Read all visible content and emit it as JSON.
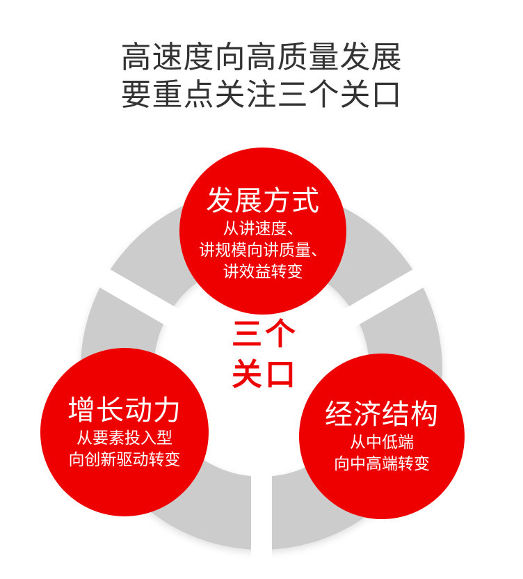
{
  "title": {
    "line1": "高速度向高质量发展",
    "line2": "要重点关注三个关口"
  },
  "center": {
    "line1": "三个",
    "line2": "关口"
  },
  "nodes": [
    {
      "heading": "发展方式",
      "lines": [
        "从讲速度、",
        "讲规模向讲质量、",
        "讲效益转变"
      ]
    },
    {
      "heading": "增长动力",
      "lines": [
        "从要素投入型",
        "向创新驱动转变"
      ]
    },
    {
      "heading": "经济结构",
      "lines": [
        "从中低端",
        "向中高端转变"
      ]
    }
  ],
  "colors": {
    "accent_red": "#ee0000",
    "ring_gray": "#cccccc",
    "title_text": "#333333",
    "background": "#ffffff"
  }
}
